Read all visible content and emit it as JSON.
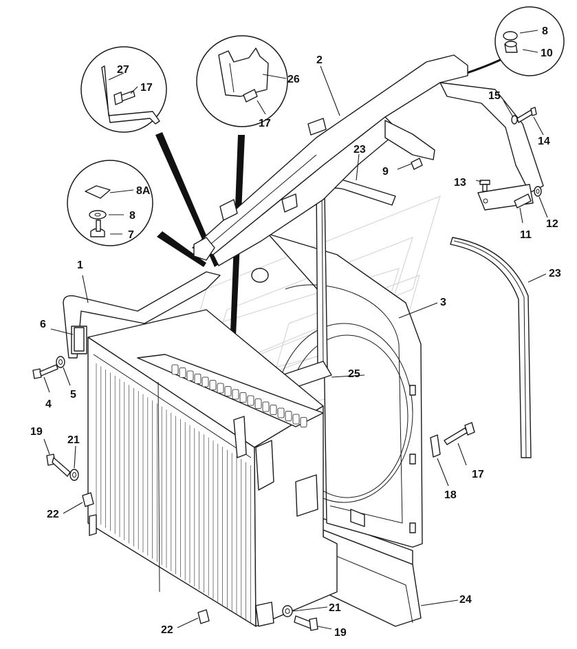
{
  "callouts": {
    "c1": "1",
    "c2": "2",
    "c3": "3",
    "c4": "4",
    "c5": "5",
    "c6": "6",
    "c7": "7",
    "c8a": "8",
    "c8b": "8",
    "c8A": "8A",
    "c9": "9",
    "c10": "10",
    "c11": "11",
    "c12": "12",
    "c13": "13",
    "c14": "14",
    "c15": "15",
    "c17a": "17",
    "c17b": "17",
    "c17c": "17",
    "c18": "18",
    "c19a": "19",
    "c19b": "19",
    "c21a": "21",
    "c21b": "21",
    "c22a": "22",
    "c22b": "22",
    "c23a": "23",
    "c23b": "23",
    "c24": "24",
    "c25": "25",
    "c26": "26",
    "c27": "27"
  },
  "colors": {
    "line": "#1a1a1a",
    "watermark": "#d6d6d6",
    "background": "#ffffff"
  }
}
